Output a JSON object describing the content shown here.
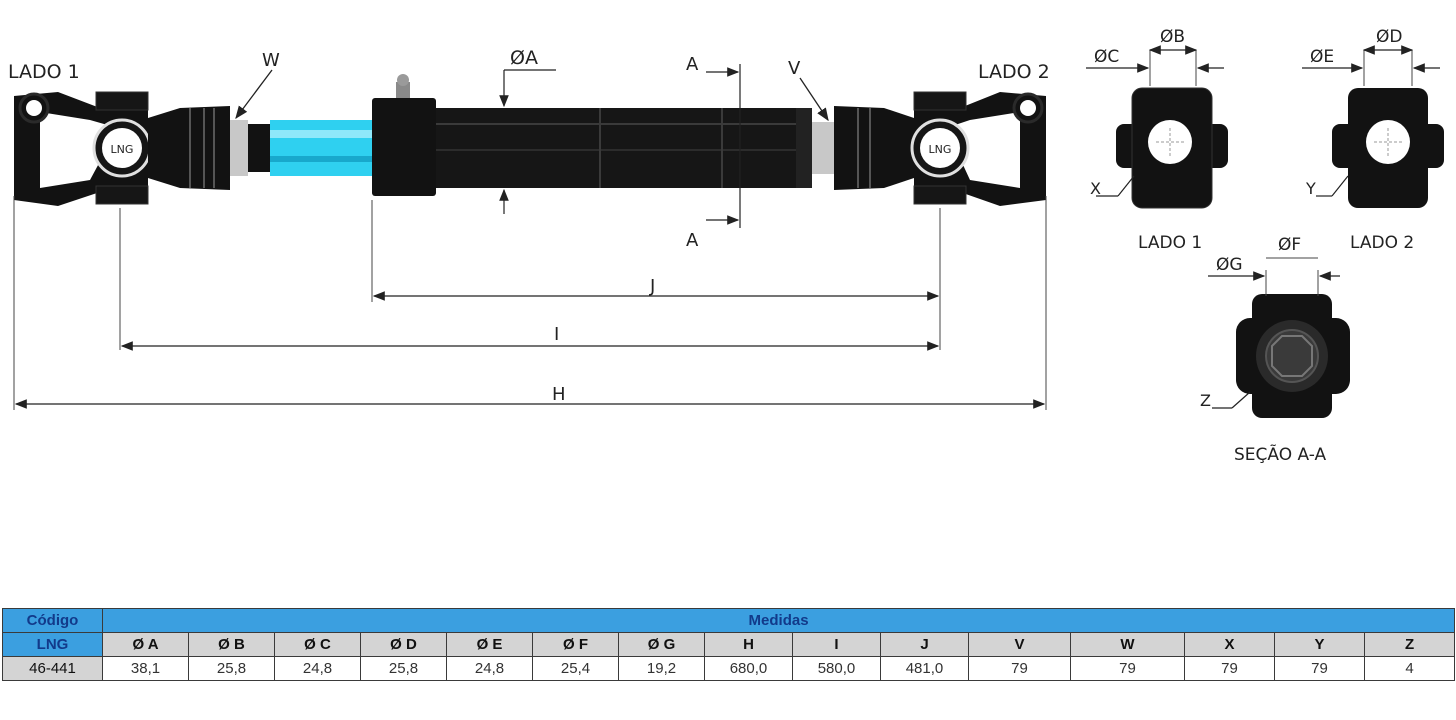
{
  "drawing": {
    "lado1": "LADO 1",
    "lado2": "LADO 2",
    "w": "W",
    "v": "V",
    "phi_a": "ØA",
    "a_top": "A",
    "a_bottom": "A",
    "j": "J",
    "i": "I",
    "h": "H",
    "side1": {
      "phi_c": "ØC",
      "phi_b": "ØB",
      "x": "X",
      "caption": "LADO 1"
    },
    "side2": {
      "phi_e": "ØE",
      "phi_d": "ØD",
      "y": "Y",
      "caption": "LADO 2"
    },
    "section": {
      "phi_g": "ØG",
      "phi_f": "ØF",
      "z": "Z",
      "caption": "SEÇÃO A-A"
    },
    "hub_text": "LNG"
  },
  "table": {
    "codigo_label": "Código",
    "medidas_label": "Medidas",
    "brand": "LNG",
    "code": "46-441",
    "columns": [
      "Ø A",
      "Ø B",
      "Ø C",
      "Ø D",
      "Ø E",
      "Ø F",
      "Ø G",
      "H",
      "I",
      "J",
      "V",
      "W",
      "X",
      "Y",
      "Z"
    ],
    "values": [
      "38,1",
      "25,8",
      "24,8",
      "25,8",
      "24,8",
      "25,4",
      "19,2",
      "680,0",
      "580,0",
      "481,0",
      "79",
      "79",
      "79",
      "79",
      "4"
    ]
  },
  "colors": {
    "header_blue": "#3b9fe0",
    "header_text": "#123a8a",
    "shaft_cyan": "#2fd0f0",
    "part_black": "#121212"
  }
}
